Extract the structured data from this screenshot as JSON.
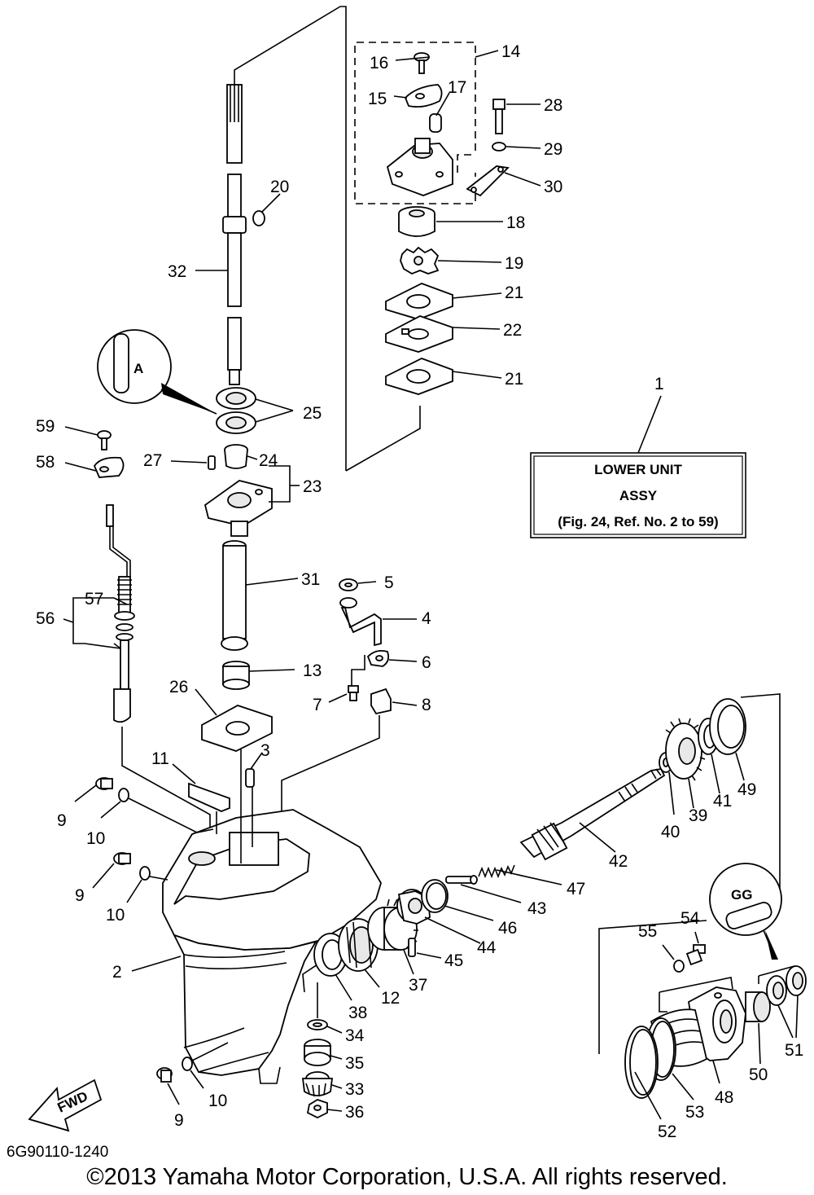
{
  "diagram": {
    "callouts": {
      "c1": "1",
      "c2": "2",
      "c3": "3",
      "c4": "4",
      "c5": "5",
      "c6": "6",
      "c7": "7",
      "c8": "8",
      "c9a": "9",
      "c9b": "9",
      "c9c": "9",
      "c10a": "10",
      "c10b": "10",
      "c10c": "10",
      "c11": "11",
      "c12": "12",
      "c13": "13",
      "c14": "14",
      "c15": "15",
      "c16": "16",
      "c17": "17",
      "c18": "18",
      "c19": "19",
      "c20": "20",
      "c21a": "21",
      "c21b": "21",
      "c22": "22",
      "c23": "23",
      "c24": "24",
      "c25": "25",
      "c26": "26",
      "c27": "27",
      "c28": "28",
      "c29": "29",
      "c30": "30",
      "c31": "31",
      "c32": "32",
      "c33": "33",
      "c34": "34",
      "c35": "35",
      "c36": "36",
      "c37": "37",
      "c38": "38",
      "c39": "39",
      "c40": "40",
      "c41": "41",
      "c42": "42",
      "c43": "43",
      "c44": "44",
      "c45": "45",
      "c46": "46",
      "c47": "47",
      "c48": "48",
      "c49": "49",
      "c50": "50",
      "c51": "51",
      "c52": "52",
      "c53": "53",
      "c54": "54",
      "c55": "55",
      "c56": "56",
      "c57": "57",
      "c58": "58",
      "c59": "59"
    },
    "assy_box": {
      "line1": "LOWER UNIT",
      "line2": "ASSY",
      "line3": "(Fig. 24, Ref. No. 2 to 59)"
    },
    "grease_symbol_a": "A",
    "grease_symbol_b": "GG",
    "fwd_arrow": "FWD"
  },
  "figure_code": "6G90110-1240",
  "copyright": "©2013 Yamaha Motor Corporation, U.S.A. All rights reserved."
}
